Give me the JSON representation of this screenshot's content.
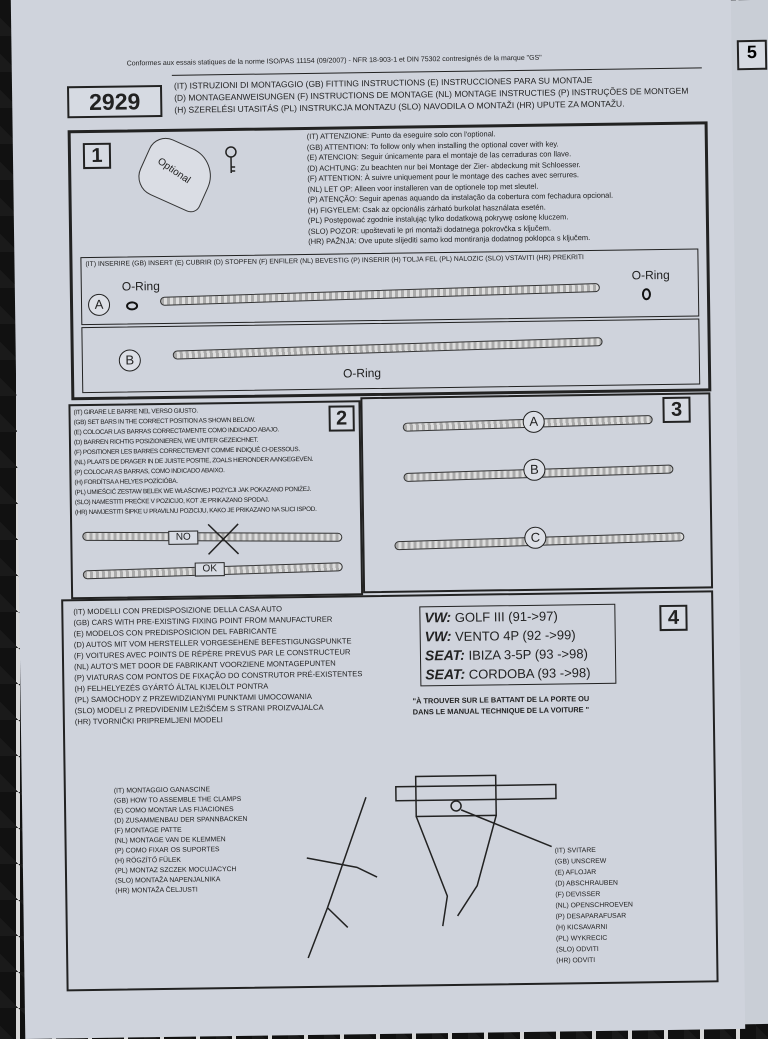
{
  "header": {
    "norm": "Conformes aux essais statiques de la norme ISO/PAS 11154 (09/2007) - NFR 18-903-1 et DIN 75302 contresignés de la marque \"GS\"",
    "model": "2929",
    "title_lines": [
      "(IT) ISTRUZIONI DI MONTAGGIO (GB) FITTING INSTRUCTIONS (E) INSTRUCCIONES PARA SU MONTAJE",
      "(D) MONTAGEANWEISUNGEN (F) INSTRUCTIONS DE MONTAGE (NL) MONTAGE INSTRUCTIES (P) INSTRUÇÕES DE MONTGEM",
      "(H) SZERELÉSI UTASITÁS (PL) INSTRUKCJA MONTAZU (SLO) NAVODILA O MONTAŽI (HR) UPUTE ZA MONTAŽU."
    ]
  },
  "step1": {
    "number": "1",
    "optional_label": "Optional",
    "notes": [
      "(IT) ATTENZIONE: Punto da eseguire solo con l'optional.",
      "(GB) ATTENTION: To follow only when installing the optional cover with key.",
      "(E) ATENCION: Seguir únicamente para el montaje de las cerraduras con llave.",
      "(D) ACHTUNG: Zu beachten nur bei Montage der Zier- abdeckung mit Schloesser.",
      "(F) ATTENTION: À suivre uniquement pour le montage des caches avec serrures.",
      "(NL) LET OP: Alleen voor installeren van de optionele top met sleutel.",
      "(P) ATENÇÃO: Seguir apenas aquando da instalação da cobertura com fechadura opcional.",
      "(H) FIGYELEM: Csak az opcionális zárható burkolat használata esetén.",
      "(PL) Postępować zgodnie instalując tylko dodatkową pokrywę osłonę kluczem.",
      "(SLO) POZOR: upoštevati le pri montaži dodatnega pokrovčka s ključem.",
      "(HR) PAŽNJA: Ove upute slijediti samo kod montiranja dodatnog poklopca s ključem."
    ],
    "insert_line": "(IT) INSERIRE (GB) INSERT (E) CUBRIR (D) STOPFEN (F) ENFILER (NL) BEVESTIG (P) INSERIR (H) TOLJA FEL (PL) NALOZIC (SLO) VSTAVITI (HR) PREKRITI",
    "label_a": "A",
    "label_b": "B",
    "oring": "O-Ring"
  },
  "step2": {
    "number": "2",
    "lines": [
      "(IT) GIRARE LE BARRE NEL VERSO GIUSTO.",
      "(GB) SET BARS IN THE CORRECT POSITION AS SHOWN BELOW.",
      "(E) COLOCAR LAS BARRAS CORRECTAMENTE COMO INDICADO ABAJO.",
      "(D) BARREN RICHTIG POSIZIONIEREN, WIE UNTER GEZEICHNET.",
      "(F) POSITIONER LES BARRES CORRECTEMENT COMME INDIQUÉ CI-DESSOUS.",
      "(NL) PLAATS DE DRAGER IN DE JUISTE POSITIE, ZOALS HIERONDER AANGEGEVEN.",
      "(P) COLOCAR AS BARRAS, COMO INDICADO ABAIXO.",
      "(H) FORDÍTSA A HELYES POZÍCIÓBA.",
      "(PL) UMIEŚCIĆ ZESTAW BELEK WE WŁAŚCIWEJ POZYCJI JAK POKAZANO PONIŻEJ.",
      "(SLO) NAMESTITI PREČKE V POZICIJO, KOT JE PRIKAZANO SPODAJ.",
      "(HR) NAMJESTITI ŠIPKE U PRAVILNU POZICIJU, KAKO JE PRIKAZANO NA SLICI ISPOD."
    ],
    "no": "NO",
    "ok": "OK"
  },
  "step3": {
    "number": "3",
    "a": "A",
    "b": "B",
    "c": "C"
  },
  "step4": {
    "number": "4",
    "lines": [
      "(IT) MODELLI CON PREDISPOSIZIONE DELLA CASA AUTO",
      "(GB) CARS WITH PRE-EXISTING FIXING POINT FROM MANUFACTURER",
      "(E) MODELOS CON PREDISPOSICION DEL FABRICANTE",
      "(D) AUTOS MIT VOM HERSTELLER VORGESEHENE BEFESTIGUNGSPUNKTE",
      "(F) VOITURES AVEC POINTS DE RÉPÈRE PREVUS PAR LE CONSTRUCTEUR",
      "(NL) AUTO'S MET DOOR DE FABRIKANT VOORZIENE MONTAGEPUNTEN",
      "(P) VIATURAS COM PONTOS DE FIXAÇÃO DO CONSTRUTOR PRÉ-EXISTENTES",
      "(H) FELHELYEZÉS GYÁRTÓ ÁLTAL KIJELÖLT PONTRA",
      "(PL) SAMOCHODY Z PRZEWIDZIANYMI PUNKTAMI UMOCOWANIA",
      "(SLO) MODELI Z PREDVIDENIM LEŽIŠČEM S STRANI PROIZVAJALCA",
      "(HR) TVORNIČKI PRIPREMLJENI MODELI"
    ],
    "cars": [
      {
        "make": "VW:",
        "model": "GOLF III (91->97)"
      },
      {
        "make": "VW:",
        "model": "VENTO 4P (92 ->99)"
      },
      {
        "make": "SEAT:",
        "model": "IBIZA 3-5P (93 ->98)"
      },
      {
        "make": "SEAT:",
        "model": "CORDOBA (93 ->98)"
      }
    ],
    "note": [
      "\"À TROUVER SUR LE BATTANT DE LA PORTE OU",
      "DANS LE MANUAL TECHNIQUE DE LA VOITURE \""
    ],
    "clamps": [
      "(IT) MONTAGGIO GANASCINE",
      "(GB) HOW TO ASSEMBLE THE CLAMPS",
      "(E) COMO MONTAR LAS FIJACIONES",
      "(D) ZUSAMMENBAU DER SPANNBACKEN",
      "(F) MONTAGE PATTE",
      "(NL) MONTAGE VAN DE KLEMMEN",
      "(P) COMO FIXAR OS SUPORTES",
      "(H) RÖGZÍTŐ FÜLEK",
      "(PL) MONTAZ SZCZEK MOCUJACYCH",
      "(SLO) MONTAŽA NAPENJALNIKA",
      "(HR) MONTAŽA ČELJUSTI"
    ],
    "unscrew": [
      "(IT) SVITARE",
      "(GB) UNSCREW",
      "(E) AFLOJAR",
      "(D) ABSCHRAUBEN",
      "(F) DEVISSER",
      "(NL) OPENSCHROEVEN",
      "(P) DESAPARAFUSAR",
      "(H) KICSAVARNI",
      "(PL) WYKRECIC",
      "(SLO) ODVITI",
      "(HR) ODVITI"
    ]
  },
  "next_sheet": {
    "number": "5"
  }
}
